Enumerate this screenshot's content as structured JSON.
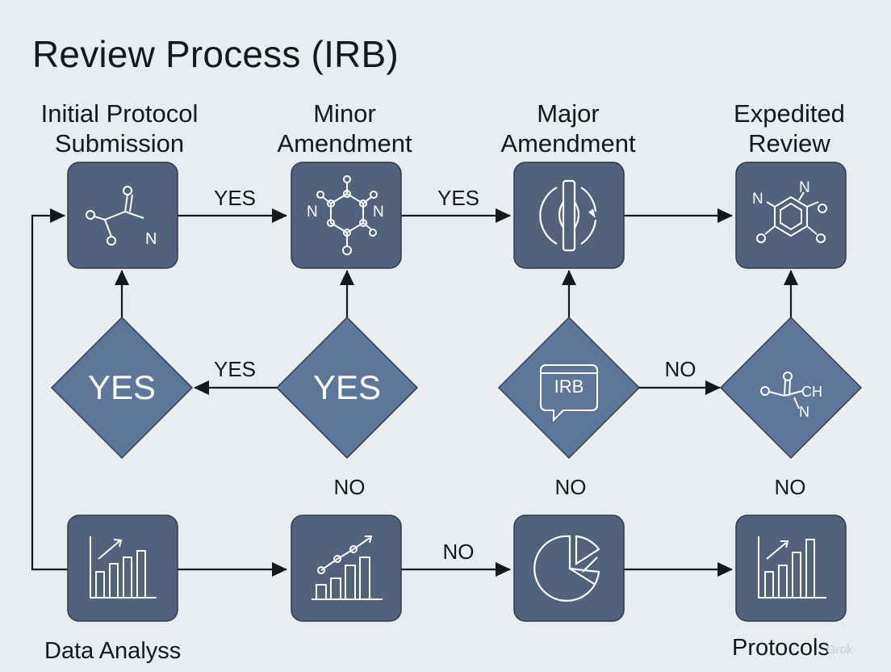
{
  "title": "Review Process (IRB)",
  "columns": [
    {
      "heading": "Initial Protocol\nSubmission"
    },
    {
      "heading": "Minor\nAmendment"
    },
    {
      "heading": "Major\nAmendment"
    },
    {
      "heading": "Expedited\nReview"
    }
  ],
  "decisions": [
    {
      "label": "YES"
    },
    {
      "label": "YES"
    },
    {
      "label": "IRB"
    },
    {
      "label": ""
    }
  ],
  "edge_labels": {
    "top_1": "YES",
    "top_2": "YES",
    "middle_left": "YES",
    "middle_right": "NO",
    "no_col2": "NO",
    "no_col3": "NO",
    "no_col4": "NO",
    "bottom_2": "NO"
  },
  "footer": {
    "left": "Data Analyss",
    "right": "Protocols"
  },
  "watermark": "Grok",
  "icons": {
    "box_1": "molecule-icon",
    "box_2": "ring-molecule-icon",
    "box_3": "rotation-icon",
    "box_4": "benzene-icon",
    "diamond_3": "irb-chat-icon",
    "diamond_4": "aldehyde-molecule-icon",
    "bottom_1": "bar-chart-up-icon",
    "bottom_2": "bar-line-chart-icon",
    "bottom_3": "pie-chart-icon",
    "bottom_4": "bar-chart-up-icon"
  },
  "colors": {
    "background": "#e9edf1",
    "box_fill": "#52627a",
    "diamond_fill": "#5e769a",
    "line": "#15181c"
  }
}
